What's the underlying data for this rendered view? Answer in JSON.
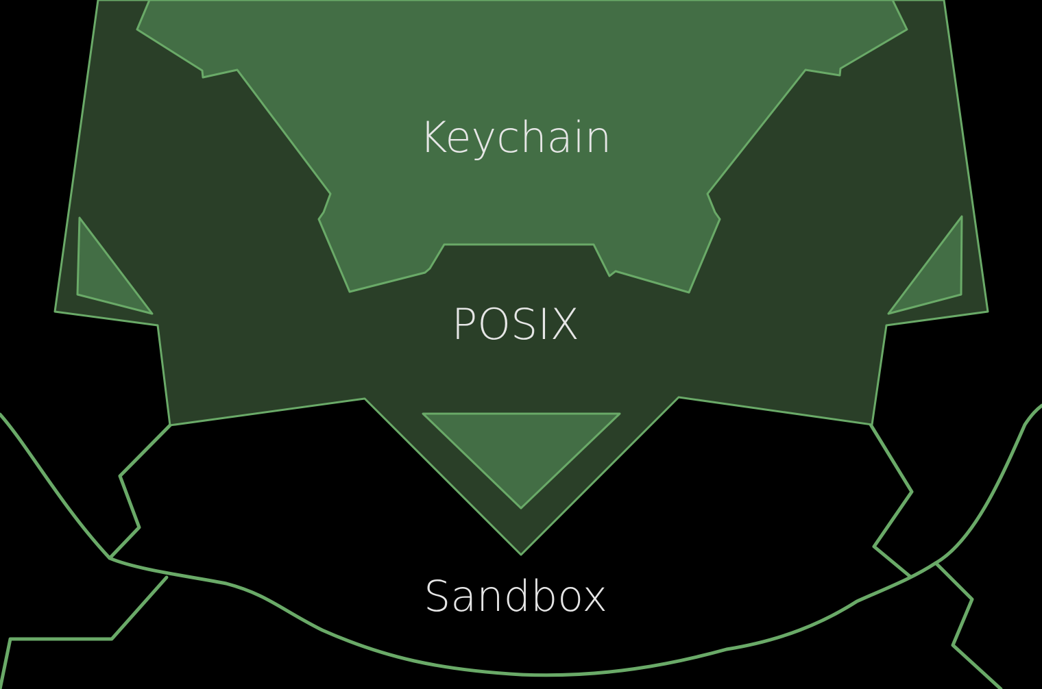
{
  "layers": {
    "keychain": {
      "label": "Keychain"
    },
    "posix": {
      "label": "POSIX"
    },
    "sandbox": {
      "label": "Sandbox"
    }
  },
  "colors": {
    "background": "#000000",
    "posix_fill": "#2a3f28",
    "keychain_fill": "#436e45",
    "outline": "#6aaa68",
    "label_text": "#e6e6e6"
  }
}
